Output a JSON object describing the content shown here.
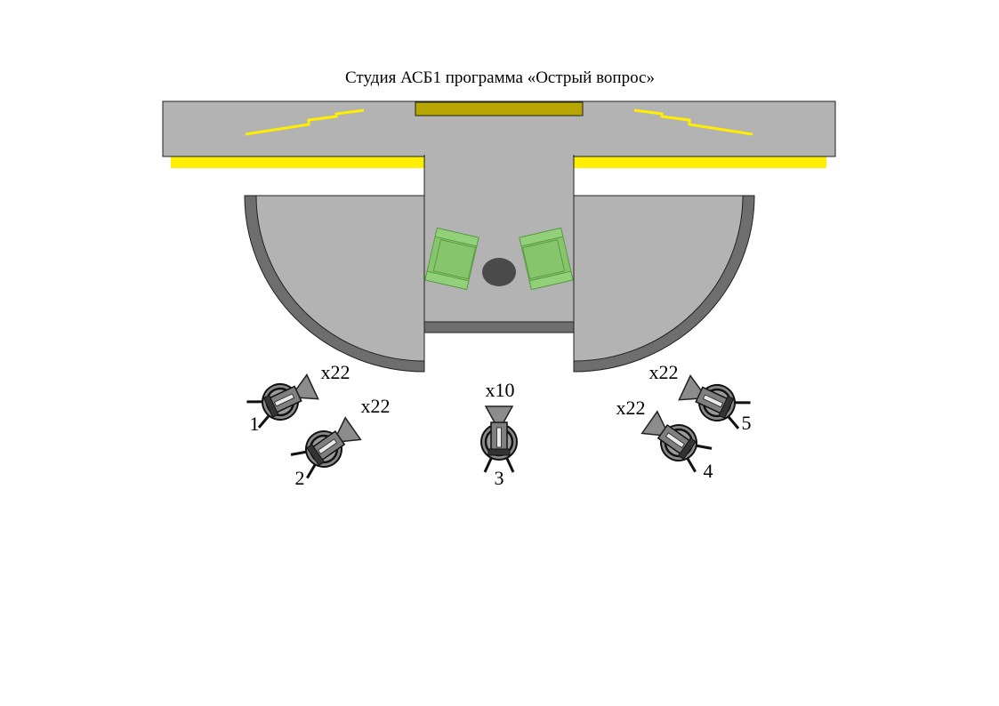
{
  "title": "Студия АСБ1 программа «Острый вопрос»",
  "colors": {
    "floor": "#b3b3b3",
    "wall": "#6e6e6e",
    "led": "#ffee00",
    "screen": "#b7a500",
    "chair": "#86c56c",
    "table": "#4a4a4a",
    "camera": "#7a7a7a"
  },
  "cameras": [
    {
      "number": "1",
      "zoom": "x22"
    },
    {
      "number": "2",
      "zoom": "x22"
    },
    {
      "number": "3",
      "zoom": "x10"
    },
    {
      "number": "4",
      "zoom": "x22"
    },
    {
      "number": "5",
      "zoom": "x22"
    }
  ]
}
